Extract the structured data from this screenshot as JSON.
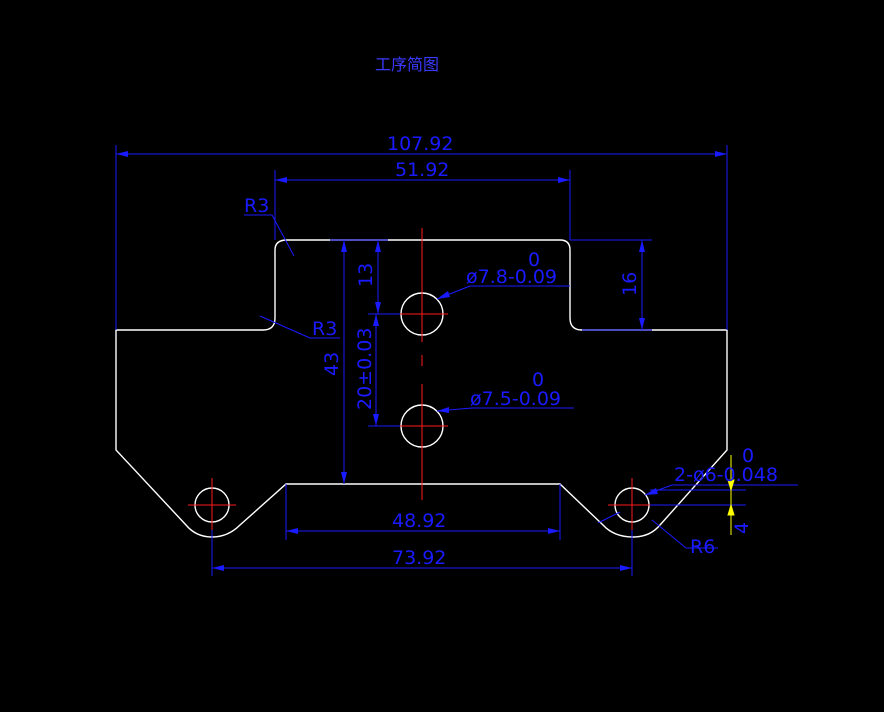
{
  "title": "工序简图",
  "dimensions": {
    "overall_width": "107.92",
    "top_width": "51.92",
    "bottom_inner": "48.92",
    "bottom_holes": "73.92",
    "height_total": "43",
    "height_top": "13",
    "height_step": "16",
    "hole_spacing": "20±0.03",
    "radius_top": "R3",
    "radius_inner": "R3",
    "radius_lug": "R6",
    "hole_small": "4"
  },
  "holes": {
    "upper": {
      "tol_upper": "0",
      "label": "ø7.8-0.09"
    },
    "lower": {
      "tol_upper": "0",
      "label": "ø7.5-0.09"
    },
    "side": {
      "tol_upper": "0",
      "label": "2-ø6-0.048"
    }
  },
  "colors": {
    "outline": "#ffffff",
    "dimension": "#1a1aff",
    "centerline": "#ff1a1a",
    "highlight": "#ffff00"
  }
}
